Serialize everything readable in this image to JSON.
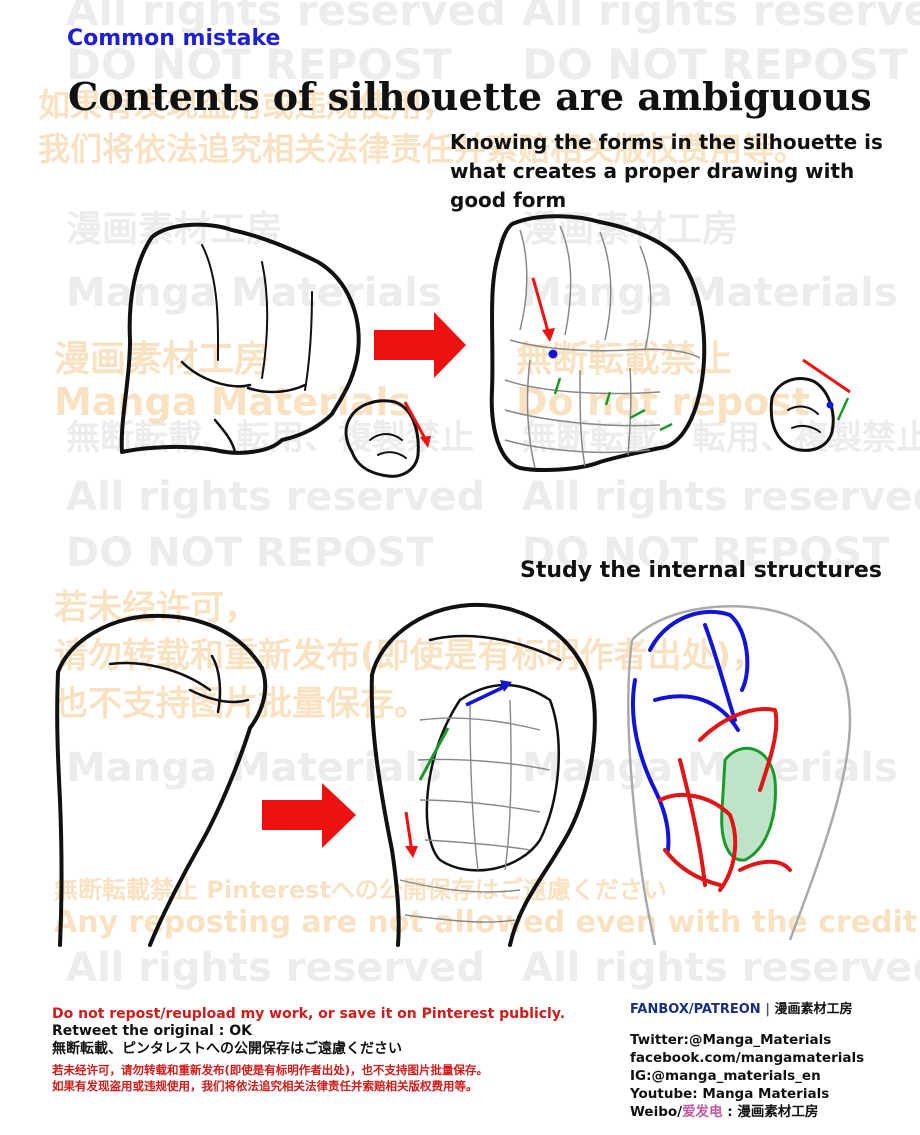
{
  "header": {
    "tag": "Common mistake",
    "title": "Contents of silhouette are ambiguous"
  },
  "captions": {
    "knowing": "Knowing the forms in the silhouette is what creates a proper drawing with good form",
    "study": "Study the internal structures"
  },
  "watermarks": {
    "all_rights": "All rights reserved",
    "do_not_repost": "DO NOT REPOST",
    "studio_cn": "漫画素材工房",
    "manga_materials": "Manga Materials",
    "no_reprint_jp": "無断転載禁止",
    "no_reprint_use_jp": "無断転載、転用、複製禁止",
    "do_not_repost_short": "Do not repost",
    "cn_line_a": "如果有发现盗用或违规使用，",
    "cn_line_b": "我们将依法追究相关法律责任并索赔相关版权费用等。",
    "cn_line_c": "若未经许可，",
    "cn_line_d": "请勿转载和重新发布(即使是有标明作者出处)，",
    "cn_line_e": "也不支持图片批量保存。",
    "pinterest_jp": "無断転載禁止 Pinterestへの公開保存はご遠慮ください",
    "any_reposting": "Any reposting are not allowed even with the credit."
  },
  "footer": {
    "left": {
      "line1": "Do not repost/reupload my work, or save it on Pinterest publicly.",
      "line2": "Retweet the original : OK",
      "line3": "無断転載、ピンタレストへの公開保存はご遠慮ください",
      "line4": "若未经许可，请勿转载和重新发布(即使是有标明作者出处)，也不支持图片批量保存。",
      "line5": "如果有发现盗用或违规使用，我们将依法追究相关法律责任并索赔相关版权费用等。"
    },
    "right": {
      "fanbox": "FANBOX/PATREON",
      "separator": "|",
      "studio": "漫画素材工房",
      "twitter": "Twitter:@Manga_Materials",
      "facebook": "facebook.com/mangamaterials",
      "instagram": "IG:@manga_materials_en",
      "youtube": "Youtube: Manga Materials",
      "weibo_prefix": "Weibo/",
      "weibo_name": "爱发电",
      "weibo_suffix": " : 漫画素材工房"
    }
  },
  "colors": {
    "tag_blue": "#1f1fd6",
    "arrow_red": "#ee1111",
    "bone_blue": "#1414d8",
    "bone_red": "#e01515",
    "guide_green": "#1a9a2a",
    "tendon_fill": "#bfe3c8"
  }
}
